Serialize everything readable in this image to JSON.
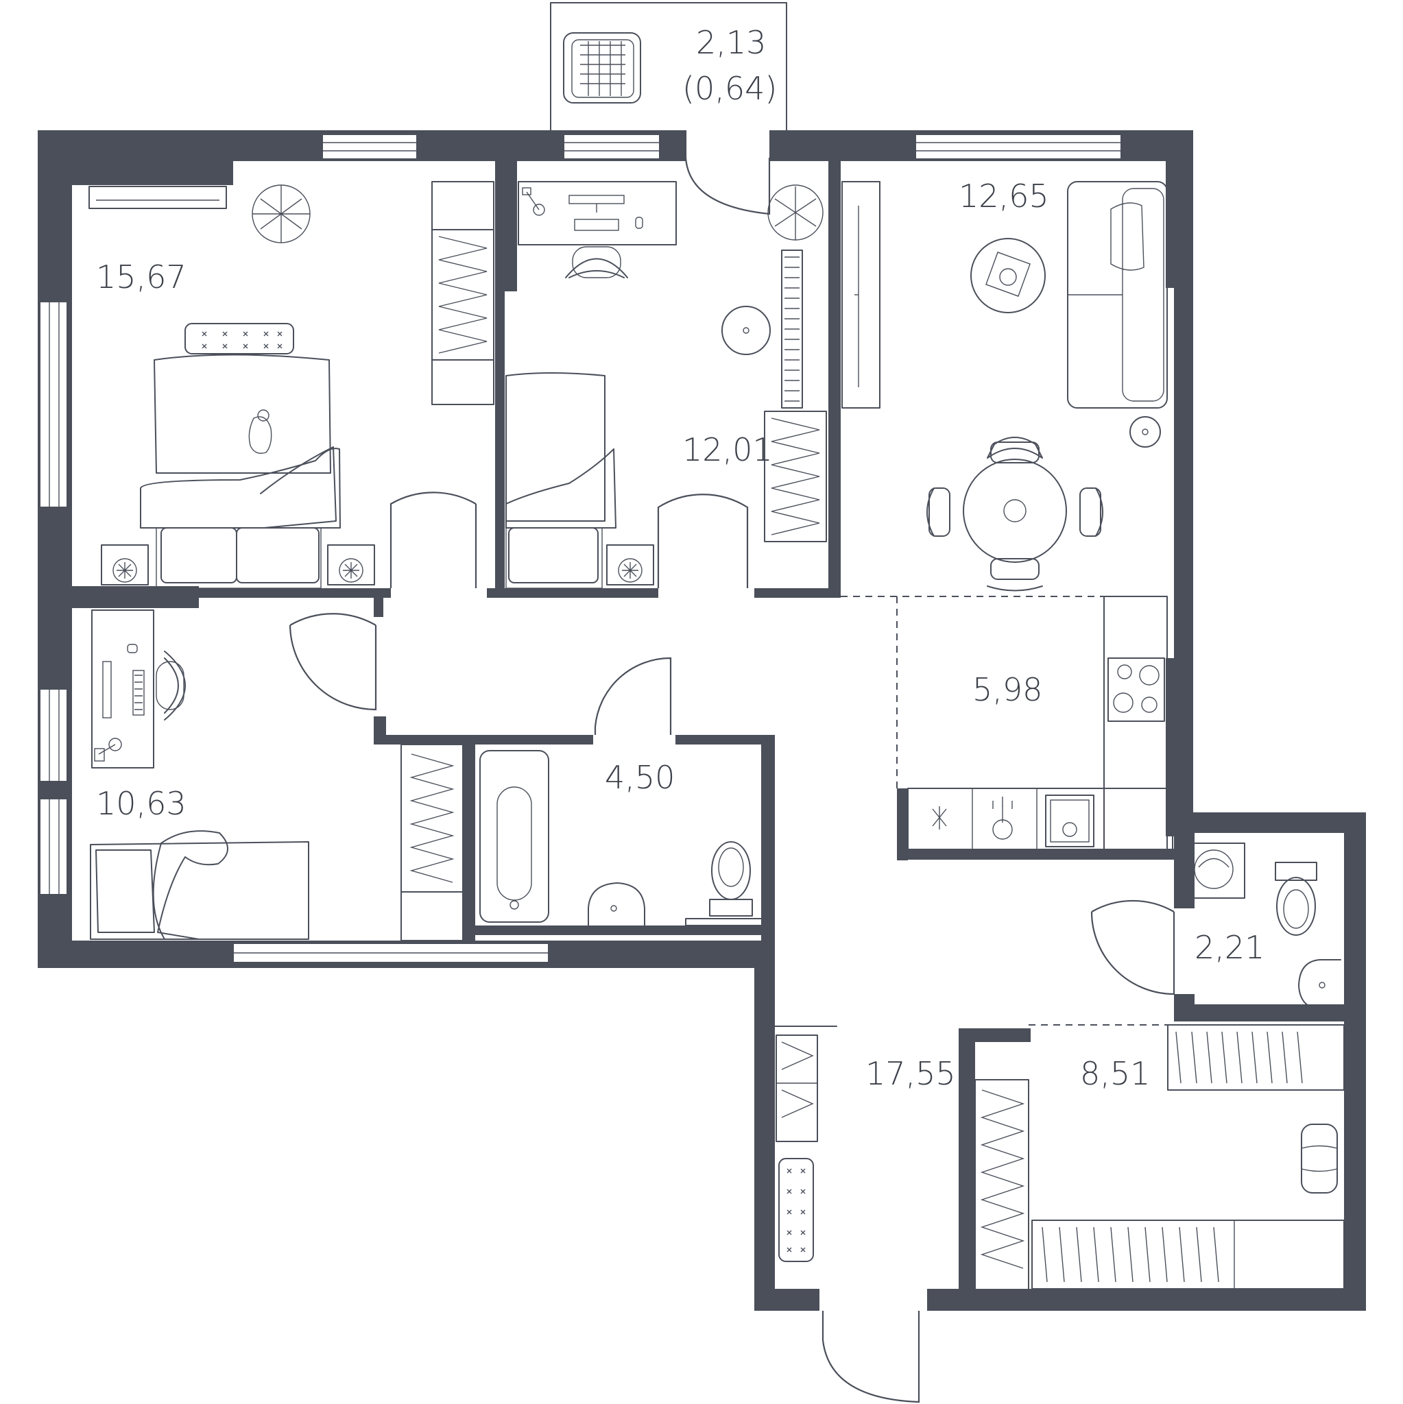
{
  "rooms": [
    {
      "id": "balcony",
      "area": "2,13",
      "sub": "(0,64)"
    },
    {
      "id": "bedroom-1",
      "area": "15,67"
    },
    {
      "id": "bedroom-2",
      "area": "12,01"
    },
    {
      "id": "living-room",
      "area": "12,65"
    },
    {
      "id": "kitchen",
      "area": "5,98"
    },
    {
      "id": "bedroom-3",
      "area": "10,63"
    },
    {
      "id": "bathroom",
      "area": "4,50"
    },
    {
      "id": "wc",
      "area": "2,21"
    },
    {
      "id": "hallway",
      "area": "17,55"
    },
    {
      "id": "wardrobe",
      "area": "8,51"
    }
  ],
  "colors": {
    "wall": "#4a4f5a",
    "background": "#ffffff",
    "line": "#4a4f5a"
  }
}
